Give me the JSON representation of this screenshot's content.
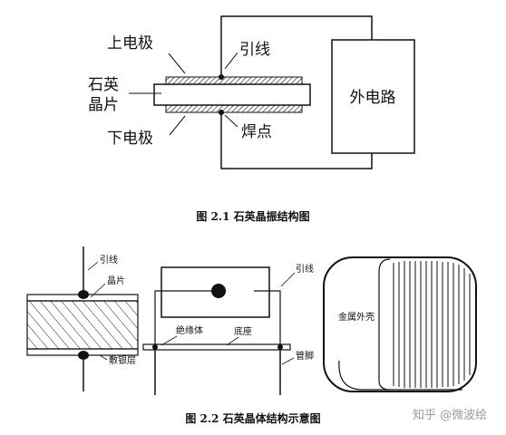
{
  "fig1": {
    "upper_electrode": "上电极",
    "lead_wire": "引线",
    "quartz_line1": "石英",
    "quartz_line2": "晶片",
    "external_circuit": "外电路",
    "lower_electrode": "下电极",
    "solder_point": "焊点",
    "caption": "图 2.1  石英晶振结构图"
  },
  "fig2": {
    "lead_wire_left": "引线",
    "wafer": "晶片",
    "silver_layer": "敷银层",
    "insulator": "绝缘体",
    "base": "底座",
    "lead_wire_right": "引线",
    "pin": "管脚",
    "metal_case": "金属外壳",
    "caption": "图 2.2  石英晶体结构示意图"
  },
  "watermark": "知乎 @微波绘"
}
